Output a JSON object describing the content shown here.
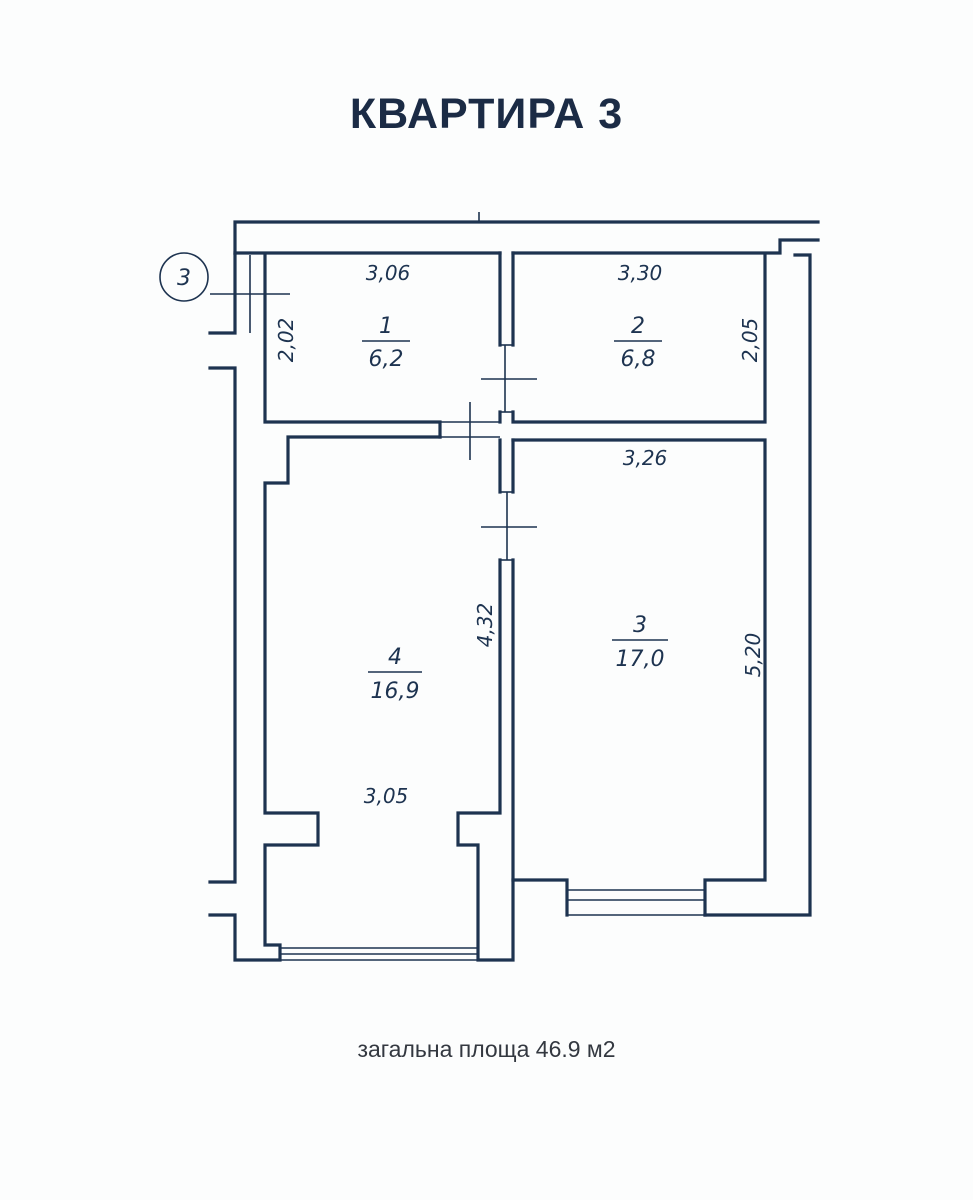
{
  "title": "КВАРТИРА 3",
  "footer": "загальна площа 46.9 м2",
  "axis_marker": "3",
  "rooms": [
    {
      "number": "1",
      "area": "6,2"
    },
    {
      "number": "2",
      "area": "6,8"
    },
    {
      "number": "3",
      "area": "17,0"
    },
    {
      "number": "4",
      "area": "16,9"
    }
  ],
  "dimensions": {
    "room1_width": "3,06",
    "room1_height": "2,02",
    "room2_width": "3,30",
    "room2_height": "2,05",
    "room3_width": "3,26",
    "room3_height": "5,20",
    "room4_height": "4,32",
    "room4_width": "3,05"
  },
  "colors": {
    "title": "#1b2b45",
    "lines": "#1d3350",
    "background": "#fcfdfd"
  }
}
